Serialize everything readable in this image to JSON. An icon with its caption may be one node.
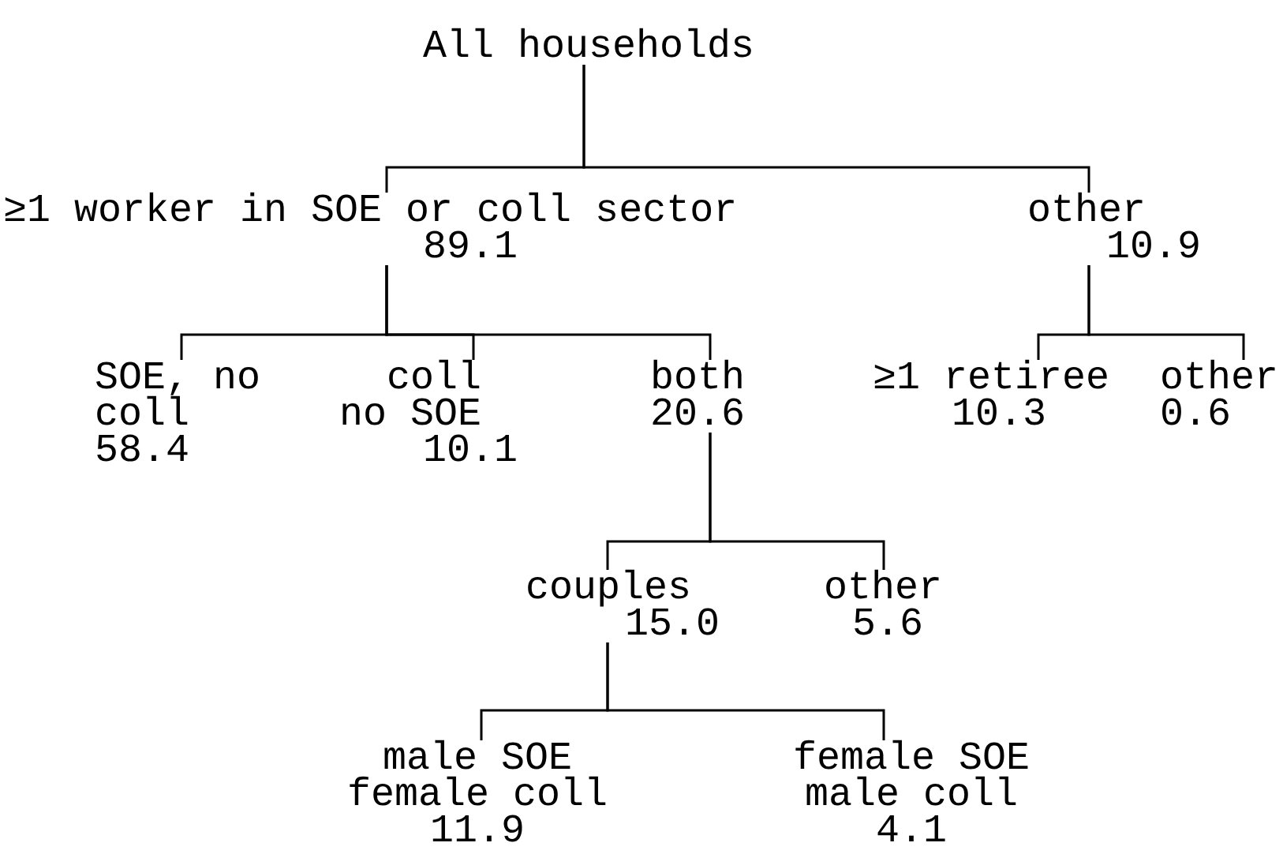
{
  "diagram": {
    "nodes": [
      {
        "text": [
          "All households"
        ]
      },
      {
        "text": [
          "≥1 worker in SOE or coll sector",
          "89.1"
        ]
      },
      {
        "text": [
          "other",
          "10.9"
        ]
      },
      {
        "text": [
          "SOE, no coll",
          "58.4"
        ]
      },
      {
        "text": [
          "coll no SOE",
          "10.1"
        ]
      },
      {
        "text": [
          "both",
          "20.6"
        ]
      },
      {
        "text": [
          "≥1 retiree",
          "10.3"
        ]
      },
      {
        "text": [
          "other",
          "0.6"
        ]
      },
      {
        "text": [
          "couples",
          "15.0"
        ]
      },
      {
        "text": [
          "other",
          "5.6"
        ]
      },
      {
        "text": [
          "male SOE female coll",
          "11.9"
        ]
      },
      {
        "text": [
          "female SOE male coll",
          "4.1"
        ]
      }
    ],
    "edges": [
      {
        "from": 0,
        "to": 1,
        "arrow": "none"
      },
      {
        "from": 0,
        "to": 2,
        "arrow": "none"
      },
      {
        "from": 1,
        "to": 3,
        "arrow": "none"
      },
      {
        "from": 1,
        "to": 4,
        "arrow": "none"
      },
      {
        "from": 1,
        "to": 5,
        "arrow": "none"
      },
      {
        "from": 2,
        "to": 6,
        "arrow": "none"
      },
      {
        "from": 2,
        "to": 7,
        "arrow": "none"
      },
      {
        "from": 5,
        "to": 8,
        "arrow": "none"
      },
      {
        "from": 5,
        "to": 9,
        "arrow": "none"
      },
      {
        "from": 8,
        "to": 10,
        "arrow": "none"
      },
      {
        "from": 8,
        "to": 11,
        "arrow": "none"
      }
    ]
  }
}
